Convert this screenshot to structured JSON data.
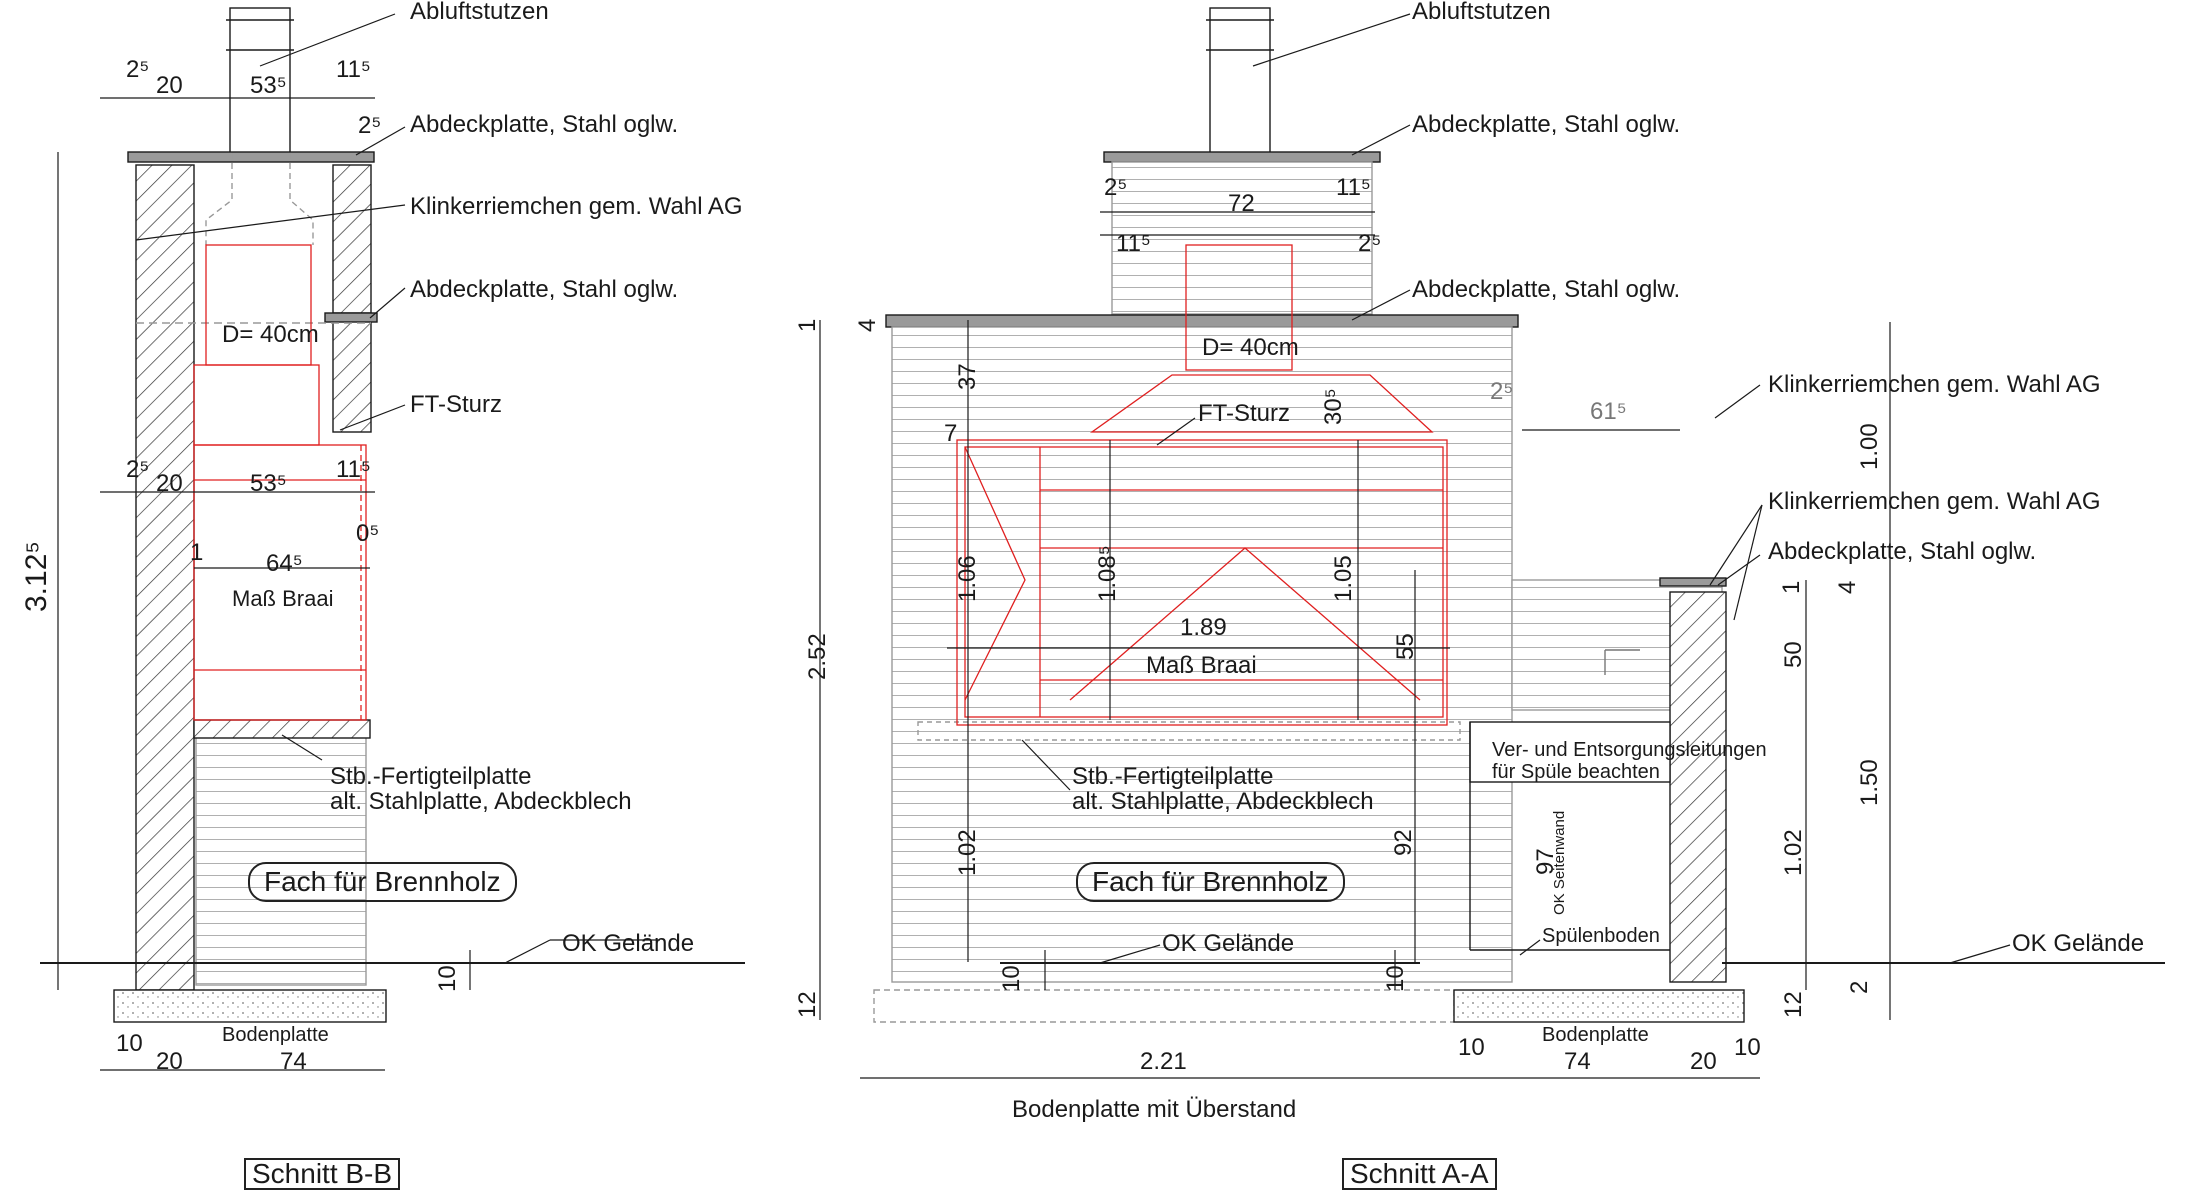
{
  "section_bb": {
    "title": "Schnitt B-B",
    "labels": {
      "abluftstutzen": "Abluftstutzen",
      "abdeckplatte_top": "Abdeckplatte, Stahl oglw.",
      "klinker": "Klinkerriemchen gem. Wahl AG",
      "abdeckplatte_mid": "Abdeckplatte, Stahl oglw.",
      "ft_sturz": "FT-Sturz",
      "diameter": "D= 40cm",
      "mass_braai": "Maß Braai",
      "stb_line1": "Stb.-Fertigteilplatte",
      "stb_line2": "alt. Stahlplatte, Abdeckblech",
      "fach": "Fach für Brennholz",
      "ok_gelaende": "OK Gelände",
      "bodenplatte": "Bodenplatte"
    },
    "dims": {
      "top_25": "2⁵",
      "top_20": "20",
      "top_535": "53⁵",
      "top_115": "11⁵",
      "top_25b": "2⁵",
      "mid_25": "2⁵",
      "mid_20": "20",
      "mid_535": "53⁵",
      "mid_115": "11⁵",
      "mid_05": "0⁵",
      "one": "1",
      "braai_645": "64⁵",
      "height_3125": "3.12⁵",
      "ten": "10",
      "bot_10": "10",
      "bot_20": "20",
      "bot_74": "74"
    }
  },
  "section_aa": {
    "title": "Schnitt A-A",
    "labels": {
      "abluftstutzen": "Abluftstutzen",
      "abdeckplatte_top": "Abdeckplatte, Stahl oglw.",
      "abdeckplatte_mid": "Abdeckplatte, Stahl oglw.",
      "diameter": "D= 40cm",
      "ft_sturz": "FT-Sturz",
      "klinker_1": "Klinkerriemchen gem. Wahl AG",
      "klinker_2": "Klinkerriemchen gem. Wahl AG",
      "abdeckplatte_right": "Abdeckplatte, Stahl oglw.",
      "mass_braai": "Maß Braai",
      "stb_line1": "Stb.-Fertigteilplatte",
      "stb_line2": "alt. Stahlplatte, Abdeckblech",
      "leitungen_line1": "Ver- und Entsorgungsleitungen",
      "leitungen_line2": "für Spüle beachten",
      "seitenwand": "OK Seitenwand",
      "fach": "Fach für Brennholz",
      "ok_gelaende_mid": "OK Gelände",
      "ok_gelaende_right": "OK Gelände",
      "spuelenboden": "Spülenboden",
      "bodenplatte": "Bodenplatte",
      "bodenplatte_ueberstand": "Bodenplatte mit Überstand"
    },
    "dims": {
      "chim_25": "2⁵",
      "chim_72": "72",
      "chim_115": "11⁵",
      "chim_115b": "11⁵",
      "chim_25b": "2⁵",
      "one": "1",
      "four": "4",
      "h_37": "37",
      "h_7": "7",
      "h_305": "30⁵",
      "h_25": "2⁵",
      "w_615": "61⁵",
      "h_106": "1.06",
      "h_1085": "1.08⁵",
      "h_105": "1.05",
      "w_189": "1.89",
      "h_55": "55",
      "h_252": "2.52",
      "h_102": "1.02",
      "h_92": "92",
      "h_97": "97",
      "h_10a": "10",
      "h_10b": "10",
      "h_12": "12",
      "r_100": "1.00",
      "r_1": "1",
      "r_4": "4",
      "r_50": "50",
      "r_150": "1.50",
      "r_102": "1.02",
      "r_2": "2",
      "r_12": "12",
      "b_221": "2.21",
      "b_10": "10",
      "b_74": "74",
      "b_20": "20",
      "b_10b": "10"
    }
  },
  "colors": {
    "line": "#1a1a1a",
    "red": "#e02020",
    "grey_line": "#9a9a9a",
    "plate": "#8c8c8c"
  }
}
